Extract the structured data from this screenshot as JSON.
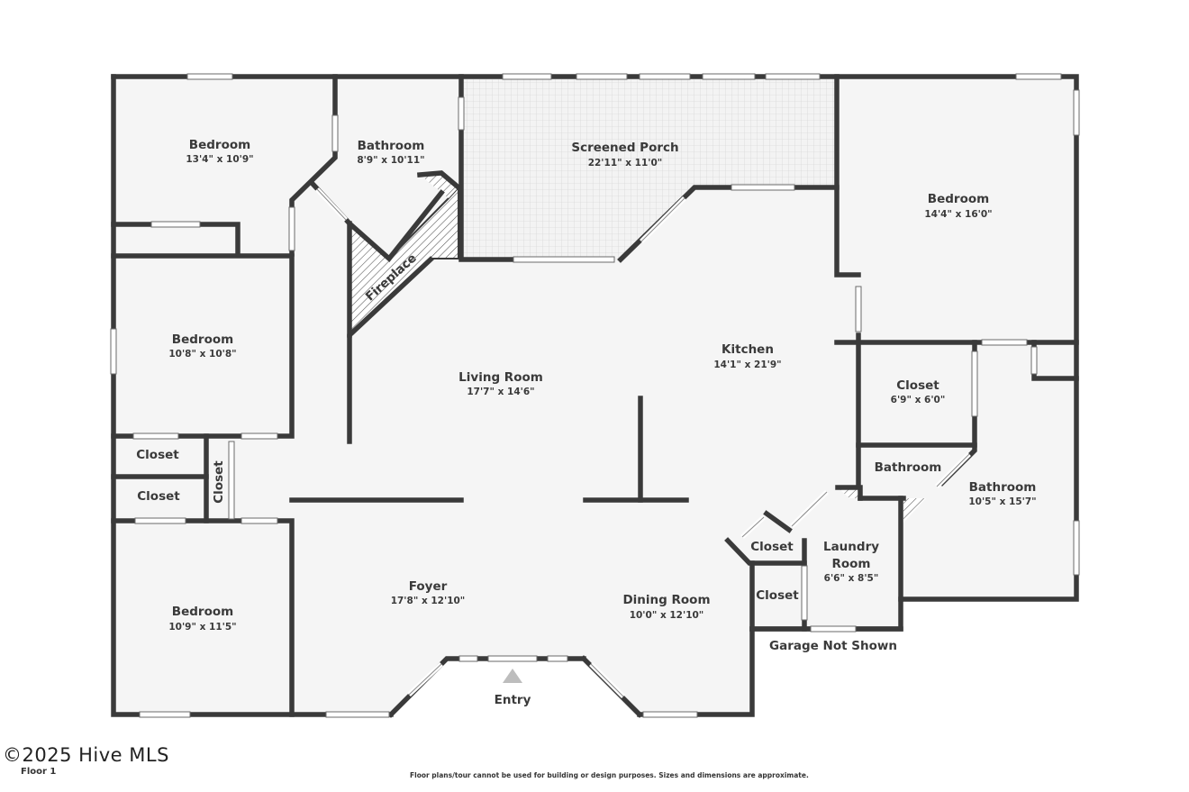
{
  "rooms": [
    {
      "name": "Bedroom",
      "dims": "13'4\" x 10'9\""
    },
    {
      "name": "Bathroom",
      "dims": "8'9\" x 10'11\""
    },
    {
      "name": "Screened Porch",
      "dims": "22'11\" x 11'0\""
    },
    {
      "name": "Bedroom",
      "dims": "14'4\" x 16'0\""
    },
    {
      "name": "Bedroom",
      "dims": "10'8\" x 10'8\""
    },
    {
      "name": "Living Room",
      "dims": "17'7\" x 14'6\""
    },
    {
      "name": "Kitchen",
      "dims": "14'1\" x 21'9\""
    },
    {
      "name": "Closet",
      "dims": "6'9\" x 6'0\""
    },
    {
      "name": "Bathroom",
      "dims": "10'5\" x 15'7\""
    },
    {
      "name": "Laundry",
      "name2": "Room",
      "dims": "6'6\" x 8'5\""
    },
    {
      "name": "Foyer",
      "dims": "17'8\" x 12'10\""
    },
    {
      "name": "Dining Room",
      "dims": "10'0\" x 12'10\""
    },
    {
      "name": "Bedroom",
      "dims": "10'9\" x 11'5\""
    }
  ],
  "labels": {
    "closet": "Closet",
    "bathroom_small": "Bathroom",
    "fireplace": "Fireplace",
    "entry": "Entry",
    "garage_note": "Garage Not Shown"
  },
  "footer": {
    "copyright": "©2025 Hive MLS",
    "floor": "Floor 1",
    "disclaimer": "Floor plans/tour cannot be used for building or design purposes. Sizes and dimensions are approximate."
  },
  "colors": {
    "wall": "#3a3a3a",
    "floor": "#f5f5f5",
    "text": "#3a3a3a"
  }
}
